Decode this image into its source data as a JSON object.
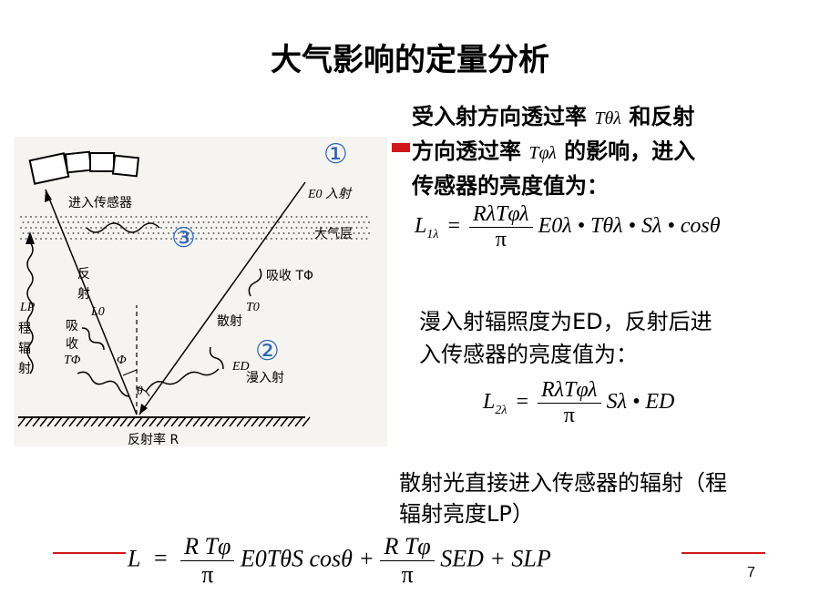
{
  "title": "大气影响的定量分析",
  "page_number": "7",
  "intro": {
    "line1_a": "受入射方向透过率",
    "line1_sym": "Tθλ",
    "line1_b": "和反射",
    "line2_a": "方向透过率",
    "line2_sym": "Tφλ",
    "line2_b": "的影响，进入",
    "line3": "传感器的亮度值为："
  },
  "formula1": {
    "lhs": "L",
    "lhs_sub": "1λ",
    "eq": "=",
    "num": "RλTφλ",
    "den": "π",
    "rest": "E0λ • Tθλ • Sλ • cosθ"
  },
  "diffuse": {
    "line1": "漫入射辐照度为ED，反射后进",
    "line2": "入传感器的亮度值为："
  },
  "formula2": {
    "lhs": "L",
    "lhs_sub": "2λ",
    "eq": "=",
    "num": "RλTφλ",
    "den": "π",
    "rest": "Sλ • ED"
  },
  "path_radiance": {
    "line1": "散射光直接进入传感器的辐射（程",
    "line2": "辐射亮度LP）"
  },
  "formula3": {
    "lhs": "L",
    "eq": "=",
    "num1": "R Tφ",
    "den1": "π",
    "mid": "E0TθS  cosθ +",
    "num2": "R Tφ",
    "den2": "π",
    "end": "SED + SLP"
  },
  "diagram": {
    "sensor": "进入传感器",
    "incident": "E0 入射",
    "atmosphere": "大气层",
    "reflect": "反射",
    "l0": "L0",
    "absorb_right": "吸收 TΦ",
    "t0": "T0",
    "scatter": "散射",
    "lp": "LP",
    "path_rad": "程辐射",
    "absorb_left": "吸收",
    "tphi_left": "TΦ",
    "phi": "Φ",
    "theta": "θ",
    "ed": "ED",
    "diffuse_in": "漫入射",
    "ground": "反射率 R",
    "marker1": "①",
    "marker2": "②",
    "marker3": "③"
  },
  "colors": {
    "accent_red": "#d01818",
    "marker_blue": "#2a63b8"
  }
}
